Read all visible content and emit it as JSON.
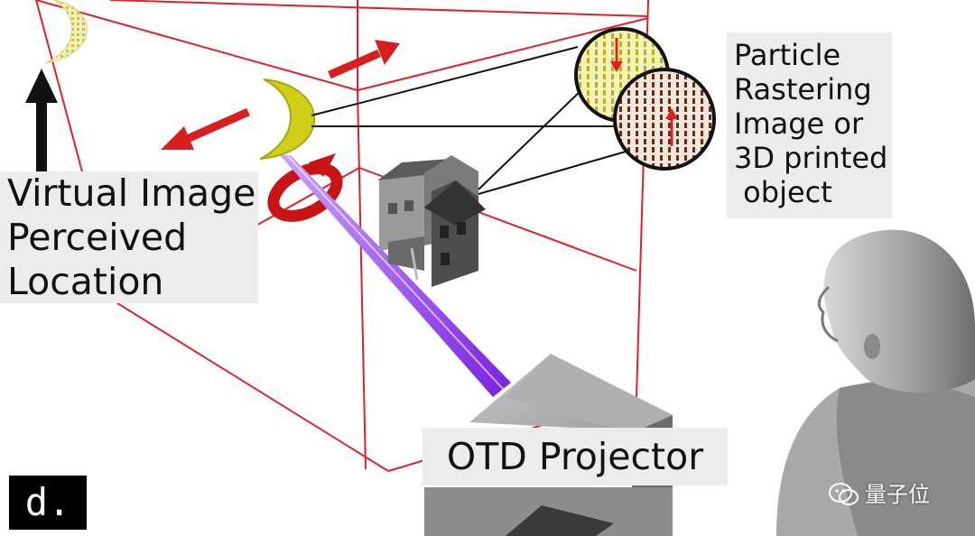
{
  "labels": {
    "virtual_image": [
      "Virtual Image",
      "Perceived",
      "Location"
    ],
    "particle": [
      "Particle",
      "Rastering",
      "Image or",
      "3D printed",
      " object"
    ],
    "projector": "OTD Projector",
    "panel_letter": "d."
  },
  "watermark": {
    "text": "量子位",
    "icon": "wechat-icon"
  },
  "colors": {
    "box_edge": "#e0202a",
    "arrow_red": "#d81e1e",
    "arrow_black": "#111111",
    "crescent": "#cfcf1a",
    "beam": "#8a2be2",
    "label_bg": "#ececec"
  },
  "icons": [
    "moon-icon",
    "house-icon",
    "person-bust-icon",
    "projector-icon",
    "rotate-arrow-icon",
    "magnifier-circle-icon"
  ]
}
